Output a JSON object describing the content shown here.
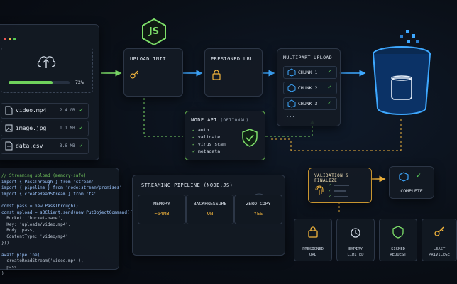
{
  "upload_panel": {
    "progress_percent": "72%",
    "progress_value": 0.72,
    "files": [
      {
        "name": "video.mp4",
        "size": "2.4 GB"
      },
      {
        "name": "image.jpg",
        "size": "1.1 MB"
      },
      {
        "name": "data.csv",
        "size": "3.6 MB"
      }
    ]
  },
  "logo": {
    "text": "JS"
  },
  "steps": {
    "upload_init": "UPLOAD INIT",
    "presigned_url": "PRESIGNED URL",
    "multipart_upload": "MULTIPART UPLOAD",
    "chunks": [
      "CHUNK 1",
      "CHUNK 2",
      "CHUNK 3"
    ],
    "more": "..."
  },
  "node_api": {
    "title": "NODE API",
    "qualifier": "(OPTIONAL)",
    "items": [
      "auth",
      "validate",
      "virus scan",
      "metadata"
    ]
  },
  "validation": {
    "title": "VALIDATION & FINALIZE"
  },
  "complete": {
    "label": "COMPLETE"
  },
  "pipeline": {
    "title": "STREAMING PIPELINE",
    "subtitle": "(NODE.JS)",
    "metrics": [
      {
        "label": "MEMORY",
        "value": "~64MB"
      },
      {
        "label": "BACKPRESSURE",
        "value": "ON"
      },
      {
        "label": "ZERO COPY",
        "value": "YES"
      }
    ]
  },
  "security": [
    {
      "label": "PRESIGNED",
      "label2": "URL"
    },
    {
      "label": "EXPIRY",
      "label2": "LIMITED"
    },
    {
      "label": "SIGNED",
      "label2": "REQUEST"
    },
    {
      "label": "LEAST",
      "label2": "PRIVILEGE"
    }
  ],
  "code_lines": [
    "// Streaming upload (memory-safe)",
    "import { PassThrough } from 'stream'",
    "import { pipeline } from 'node:stream/promises'",
    "import { createReadStream } from 'fs'",
    "",
    "const pass = new PassThrough()",
    "const upload = s3Client.send(new PutObjectCommand({",
    "  Bucket: 'bucket-name',",
    "  Key: 'uploads/video.mp4',",
    "  Body: pass,",
    "  ContentType: 'video/mp4'",
    "}))",
    "",
    "await pipeline(",
    "  createReadStream('video.mp4'),",
    "  pass",
    ")"
  ],
  "colors": {
    "accent_green": "#7ee06a",
    "accent_blue": "#3ea8ff",
    "accent_amber": "#f3b53c"
  }
}
